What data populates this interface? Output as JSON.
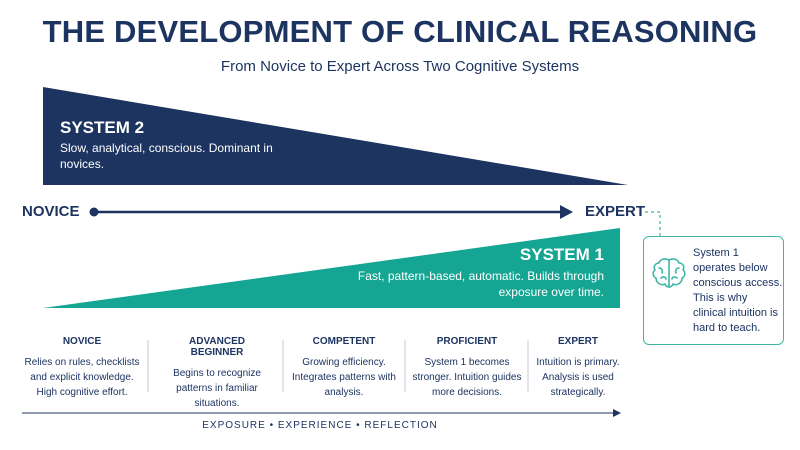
{
  "header": {
    "title": "THE DEVELOPMENT OF CLINICAL REASONING",
    "subtitle": "From Novice to Expert Across Two Cognitive Systems"
  },
  "system2": {
    "title": "SYSTEM 2",
    "description": "Slow, analytical, conscious. Dominant in novices.",
    "color": "#1d3461"
  },
  "system1": {
    "title": "SYSTEM 1",
    "description": "Fast, pattern-based, automatic. Builds through exposure over time.",
    "color": "#14a593"
  },
  "axis": {
    "start_label": "NOVICE",
    "end_label": "EXPERT"
  },
  "callout": {
    "icon": "brain-icon",
    "text": "System 1 operates below conscious access. This is why clinical intuition is hard to teach.",
    "color": "#3fb7a4"
  },
  "stages": [
    {
      "name": "NOVICE",
      "description": "Relies on rules, checklists and explicit knowledge. High cognitive effort."
    },
    {
      "name": "ADVANCED BEGINNER",
      "description": "Begins to recognize patterns in familiar situations."
    },
    {
      "name": "COMPETENT",
      "description": "Growing efficiency. Integrates patterns with analysis."
    },
    {
      "name": "PROFICIENT",
      "description": "System 1 becomes stronger. Intuition guides more decisions."
    },
    {
      "name": "EXPERT",
      "description": "Intuition is primary. Analysis is used strategically."
    }
  ],
  "footer": {
    "text": "EXPOSURE • EXPERIENCE • REFLECTION"
  }
}
